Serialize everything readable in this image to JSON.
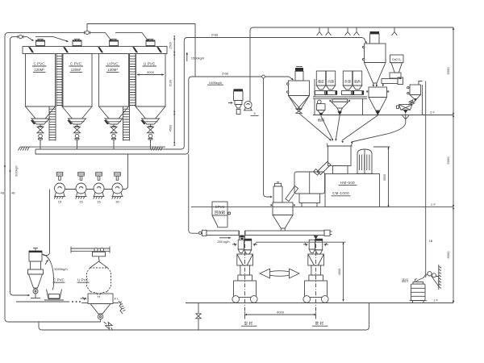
{
  "diagram_type": "PVC mixing & conveying plant flow diagram",
  "silos": {
    "silo1_name": "C PVC",
    "silo1_cap": "120M³",
    "silo2_name": "C PVC",
    "silo2_cap": "120M³",
    "silo3_name": "U PVC",
    "silo3_cap": "120M³",
    "silo4_name": "U PVC",
    "silo4_dia": "3000"
  },
  "dims": {
    "d1500": "1500",
    "d9100": "9100",
    "d4500": "4500",
    "d5000a": "5000",
    "d5000b": "5000",
    "d6000": "6000",
    "d3500": "3500",
    "d4000v": "4000",
    "d4000h": "4000"
  },
  "levels": {
    "f3": "3 F",
    "f2": "2 F",
    "f1": "1 F",
    "fl": "F L"
  },
  "pipes": {
    "lineA_size": "2½B",
    "lineA_rate": "1500kg/h",
    "lineB_size": "2½B",
    "lineB_rate": "1000kg/h",
    "riser1": "4B",
    "riser2": "4B",
    "riser_rate": "3000kg/h",
    "clean_line": "1B",
    "screw_rate": "250 kg/h"
  },
  "blowers": {
    "b1": "15",
    "b2": "15",
    "b3": "15",
    "b4": "30"
  },
  "bins": [
    "稳定",
    "内滑",
    "外滑",
    "助剂"
  ],
  "equipment": {
    "hot_mixer": "HM-500",
    "cool_mixer": "CM-1000",
    "caco3": "CaCO₃",
    "colorant": "色料",
    "cleaning": "清扫"
  },
  "recycle": {
    "line1": "CPVC",
    "line2": "回收箱"
  },
  "bagdump": {
    "material": "C PVC",
    "rate": "3000kg/h"
  },
  "bigbag": {
    "material": "U PVC"
  },
  "extruders": {
    "left": "型材",
    "right": "管材"
  },
  "tags": {
    "fan": "5"
  }
}
